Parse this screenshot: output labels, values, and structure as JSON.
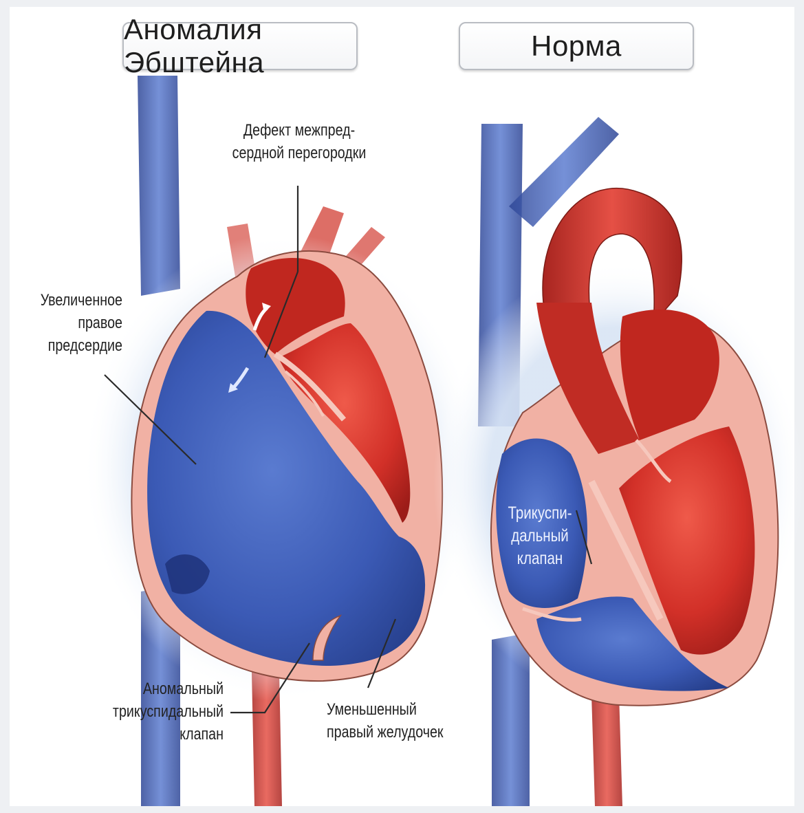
{
  "titles": {
    "left": "Аномалия Эбштейна",
    "right": "Норма"
  },
  "labels": {
    "asd": [
      "Дефект межпред-",
      "сердной перегородки"
    ],
    "right_atrium": [
      "Увеличенное",
      "правое",
      "предсердие"
    ],
    "tricuspid_abnormal": [
      "Аномальный",
      "трикуспидальный",
      "клапан"
    ],
    "small_ventricle": [
      "Уменьшенный",
      "правый желудочек"
    ],
    "tricuspid_normal": [
      "Трикуспи-",
      "дальный",
      "клапан"
    ]
  },
  "colors": {
    "blood_venous": "#3a57b4",
    "blood_arterial": "#d9332b",
    "heart_wall": "#f2b3a6",
    "vessel_blue": "#4563b8",
    "vessel_red": "#c8403b",
    "leader_line": "#2a2a2a"
  }
}
